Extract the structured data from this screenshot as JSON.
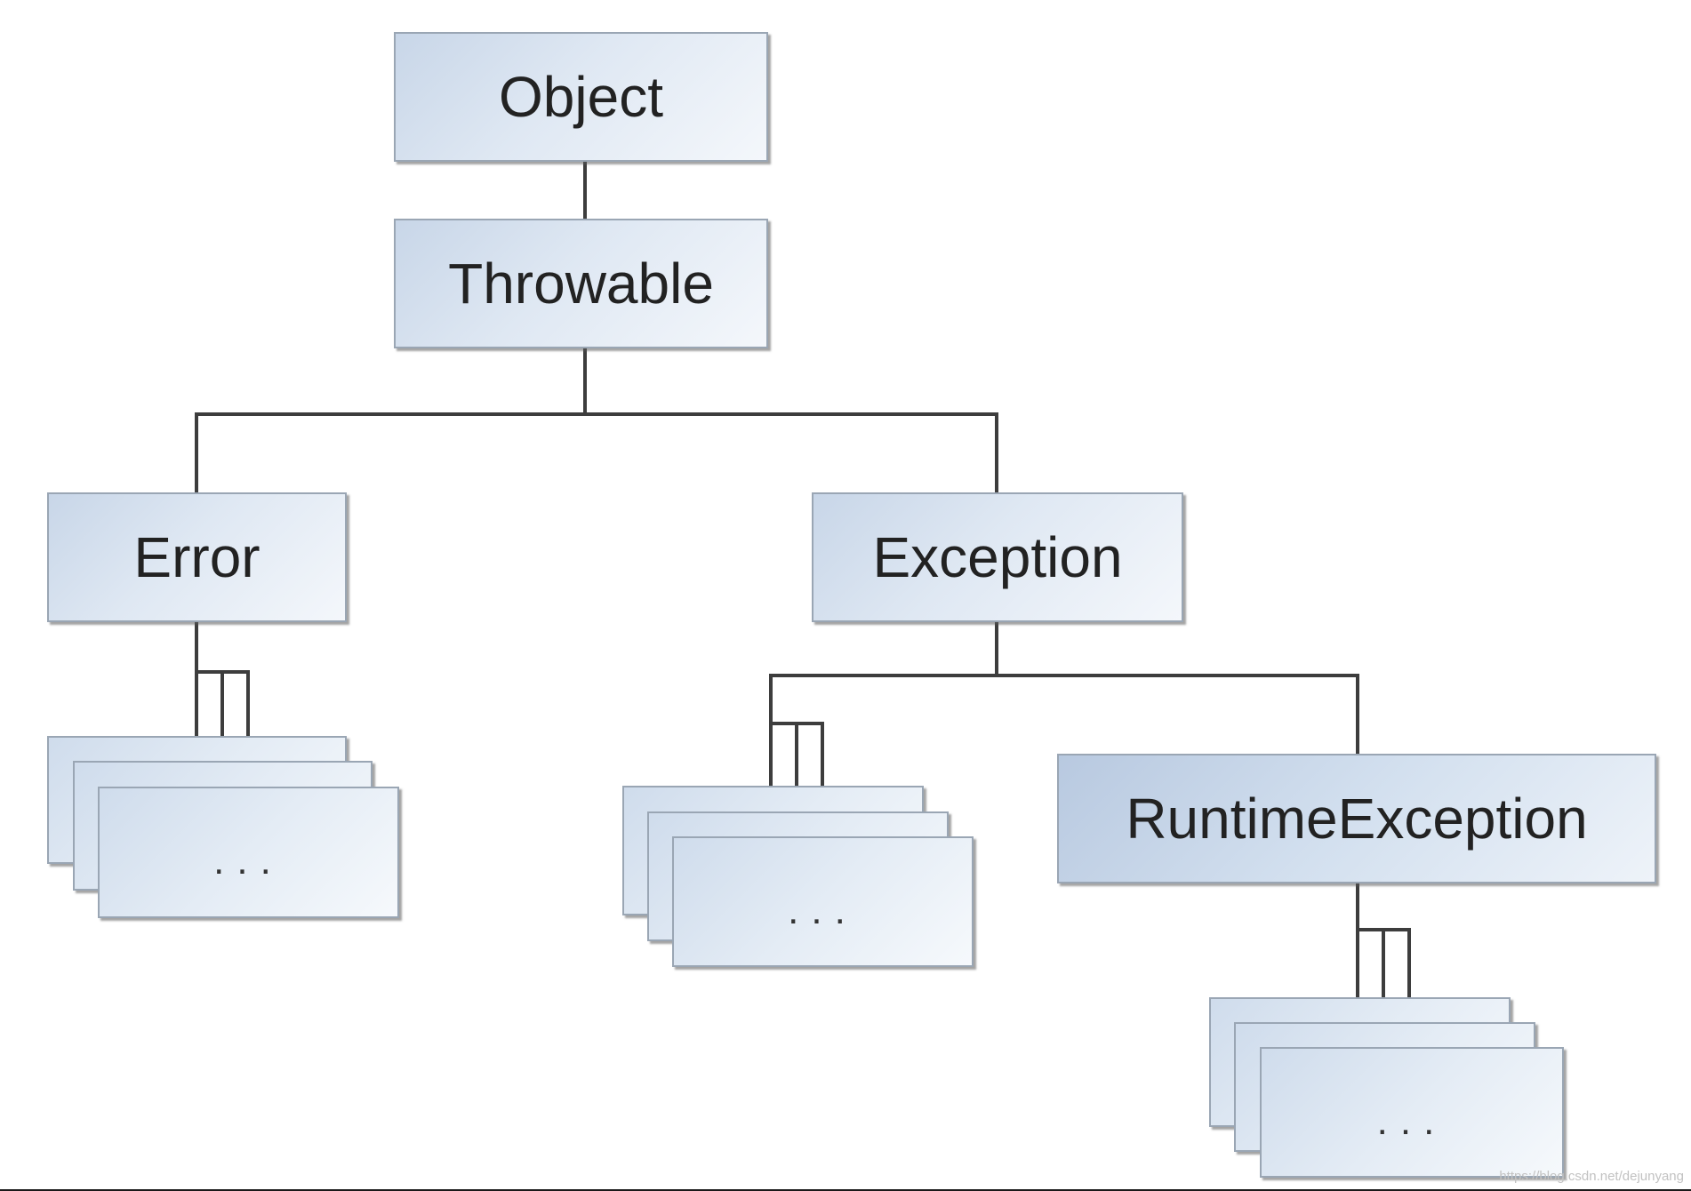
{
  "diagram": {
    "nodes": {
      "object": "Object",
      "throwable": "Throwable",
      "error": "Error",
      "exception": "Exception",
      "runtime_exception": "RuntimeException"
    },
    "stacks": {
      "error_subclasses": "...",
      "exception_subclasses": "...",
      "runtime_subclasses": "..."
    }
  },
  "watermark": "https://blog.csdn.net/dejunyang",
  "colors": {
    "box_border": "#9aa6b4",
    "box_fill_start": "#c8d6e8",
    "box_fill_end": "#f4f7fb",
    "connector": "#3d3d3d",
    "text": "#222222"
  }
}
